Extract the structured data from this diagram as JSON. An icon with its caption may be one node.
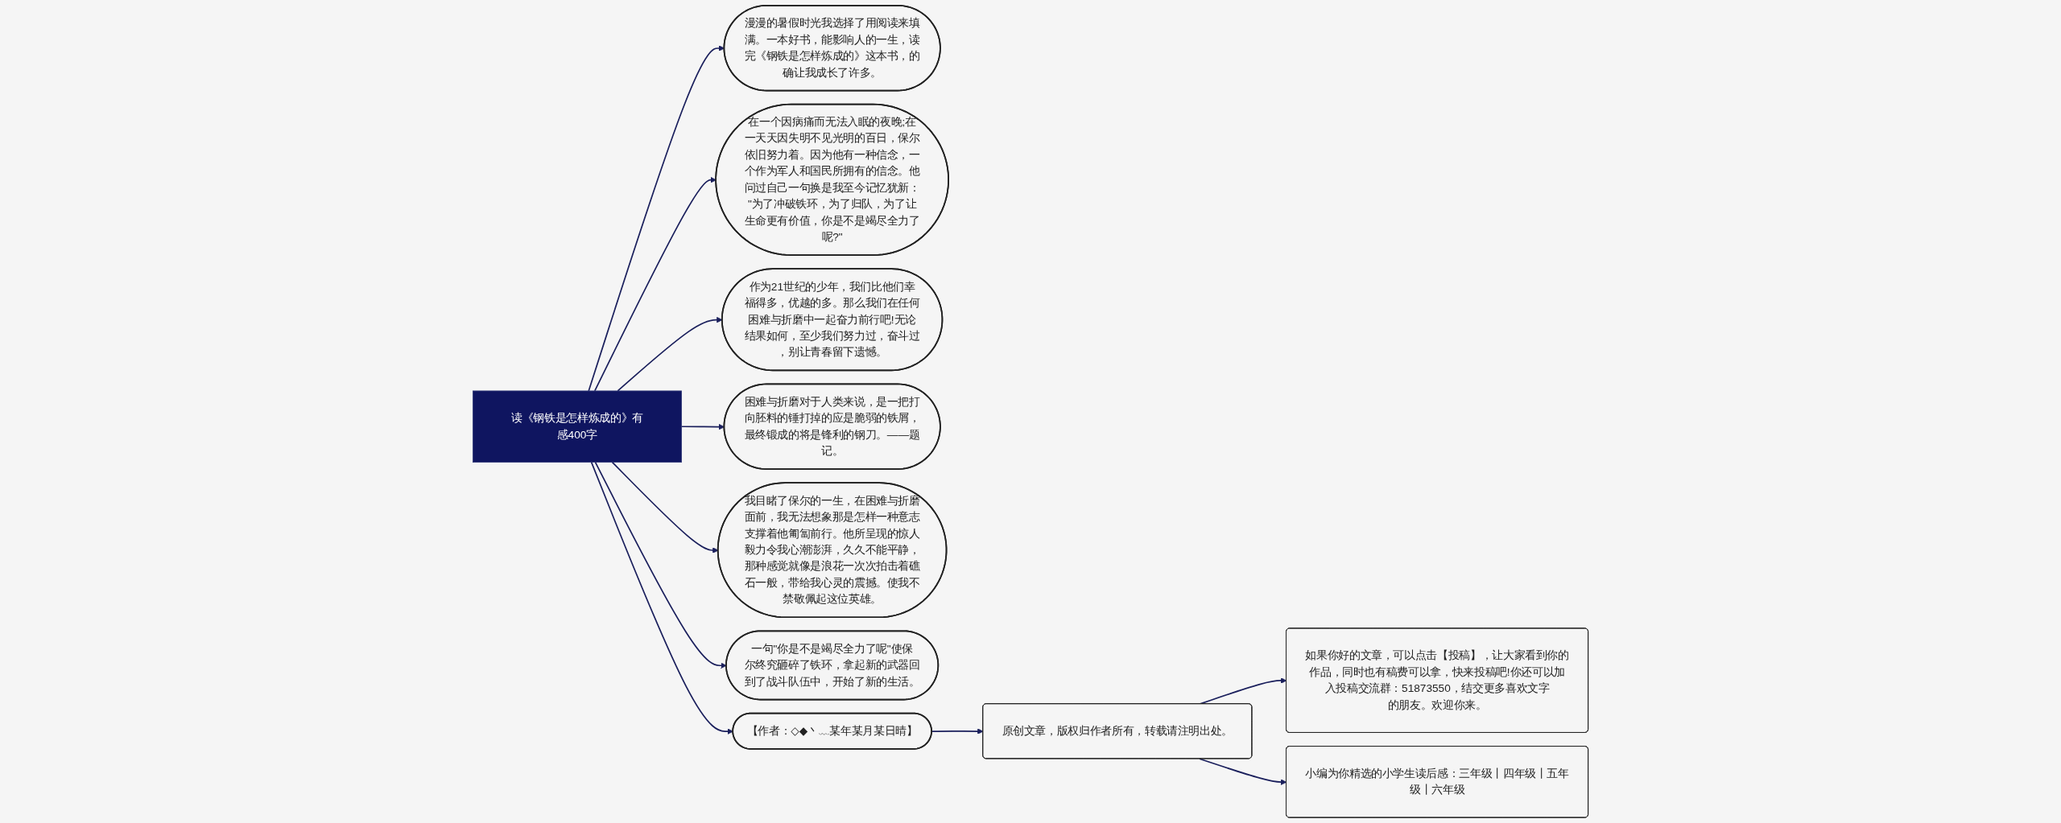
{
  "diagram": {
    "nodes": [
      {
        "text": [
          "读《钢铁是怎样炼成的》有感400字"
        ]
      },
      {
        "text": [
          "漫漫的暑假时光我选择了用阅读来填满。一本好书，能影响人的一生，读完《钢铁是怎样炼成的》这本书，的确让我成长了许多。"
        ]
      },
      {
        "text": [
          "在一个因病痛而无法入眠的夜晚;在一天天因失明不见光明的百日，保尔依旧努力着。因为他有一种信念，一个作为军人和国民所拥有的信念。他问过自己一句换是我至今记忆犹新：\"为了冲破铁环，为了归队，为了让生命更有价值，你是不是竭尽全力了呢?\""
        ]
      },
      {
        "text": [
          "作为21世纪的少年，我们比他们幸福得多，优越的多。那么我们在任何困难与折磨中一起奋力前行吧!无论结果如何，至少我们努力过，奋斗过，别让青春留下遗憾。"
        ]
      },
      {
        "text": [
          "困难与折磨对于人类来说，是一把打向胚料的锤打掉的应是脆弱的铁屑，最终锻成的将是锋利的钢刀。——题记。"
        ]
      },
      {
        "text": [
          "我目睹了保尔的一生，在困难与折磨面前，我无法想象那是怎样一种意志支撑着他匍匐前行。他所呈现的惊人毅力令我心潮澎湃，久久不能平静，那种感觉就像是浪花一次次拍击着礁石一般，带给我心灵的震撼。使我不禁敬佩起这位英雄。"
        ]
      },
      {
        "text": [
          "一句\"你是不是竭尽全力了呢\"使保尔终究砸碎了铁环，拿起新的武器回到了战斗队伍中，开始了新的生活。"
        ]
      },
      {
        "text": [
          "【作者：◇◆丶﹏某年某月某日晴】"
        ]
      },
      {
        "text": [
          "原创文章，版权归作者所有，转载请注明出处。"
        ]
      },
      {
        "text": [
          "如果你好的文章，可以点击【投稿】，让大家看到你的作品，同时也有稿费可以拿，快来投稿吧!你还可以加入投稿交流群：51873550，结交更多喜欢文字的朋友。欢迎你来。"
        ]
      },
      {
        "text": [
          "小编为你精选的小学生读后感：三年级丨四年级丨五年级丨六年级"
        ]
      }
    ],
    "edges": [
      {
        "from": 0,
        "to": 1,
        "arrow": "to"
      },
      {
        "from": 0,
        "to": 2,
        "arrow": "to"
      },
      {
        "from": 0,
        "to": 3,
        "arrow": "to"
      },
      {
        "from": 0,
        "to": 4,
        "arrow": "to"
      },
      {
        "from": 0,
        "to": 5,
        "arrow": "to"
      },
      {
        "from": 0,
        "to": 6,
        "arrow": "to"
      },
      {
        "from": 0,
        "to": 7,
        "arrow": "to"
      },
      {
        "from": 7,
        "to": 8,
        "arrow": "to"
      },
      {
        "from": 8,
        "to": 9,
        "arrow": "to"
      },
      {
        "from": 8,
        "to": 10,
        "arrow": "to"
      }
    ]
  }
}
